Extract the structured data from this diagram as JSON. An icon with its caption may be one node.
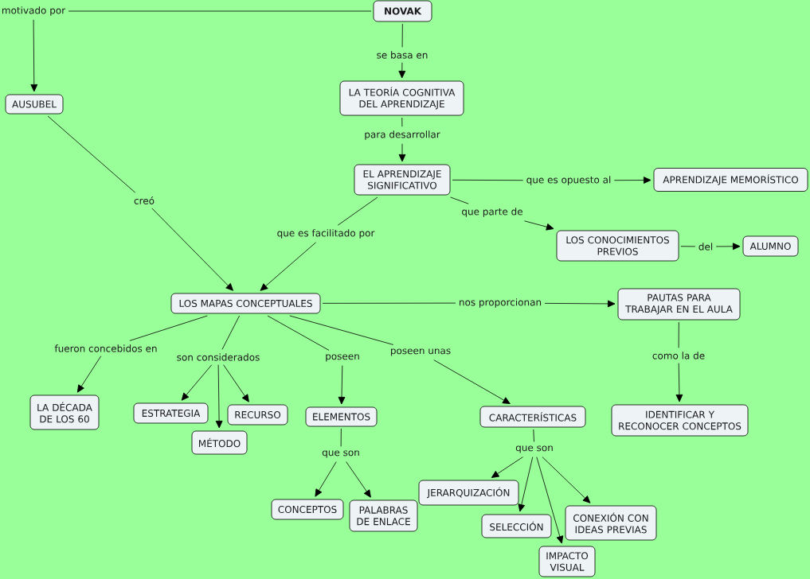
{
  "diagram": {
    "nodes": [
      {
        "text": [
          "NOVAK"
        ]
      },
      {
        "text": [
          "motivado por"
        ]
      },
      {
        "text": [
          "AUSUBEL"
        ]
      },
      {
        "text": [
          "se basa en"
        ]
      },
      {
        "text": [
          "LA TEORÍA COGNITIVA DEL APRENDIZAJE"
        ]
      },
      {
        "text": [
          "para desarrollar"
        ]
      },
      {
        "text": [
          "EL APRENDIZAJE SIGNIFICATIVO"
        ]
      },
      {
        "text": [
          "que es opuesto al"
        ]
      },
      {
        "text": [
          "APRENDIZAJE MEMORÍSTICO"
        ]
      },
      {
        "text": [
          "que parte de"
        ]
      },
      {
        "text": [
          "LOS CONOCIMIENTOS PREVIOS"
        ]
      },
      {
        "text": [
          "del"
        ]
      },
      {
        "text": [
          "ALUMNO"
        ]
      },
      {
        "text": [
          "creó"
        ]
      },
      {
        "text": [
          "que es facilitado por"
        ]
      },
      {
        "text": [
          "LOS MAPAS CONCEPTUALES"
        ]
      },
      {
        "text": [
          "nos proporcionan"
        ]
      },
      {
        "text": [
          "PAUTAS PARA TRABAJAR EN EL AULA"
        ]
      },
      {
        "text": [
          "como la de"
        ]
      },
      {
        "text": [
          "IDENTIFICAR Y RECONOCER CONCEPTOS"
        ]
      },
      {
        "text": [
          "fueron concebidos en"
        ]
      },
      {
        "text": [
          "LA DÉCADA DE LOS 60"
        ]
      },
      {
        "text": [
          "son considerados"
        ]
      },
      {
        "text": [
          "ESTRATEGIA"
        ]
      },
      {
        "text": [
          "MÉTODO"
        ]
      },
      {
        "text": [
          "RECURSO"
        ]
      },
      {
        "text": [
          "poseen"
        ]
      },
      {
        "text": [
          "ELEMENTOS"
        ]
      },
      {
        "text": [
          "que son"
        ]
      },
      {
        "text": [
          "CONCEPTOS"
        ]
      },
      {
        "text": [
          "PALABRAS DE ENLACE"
        ]
      },
      {
        "text": [
          "poseen unas"
        ]
      },
      {
        "text": [
          "CARACTERÍSTICAS"
        ]
      },
      {
        "text": [
          "que son"
        ]
      },
      {
        "text": [
          "JERARQUIZACIÓN"
        ]
      },
      {
        "text": [
          "SELECCIÓN"
        ]
      },
      {
        "text": [
          "CONEXIÓN CON IDEAS PREVIAS"
        ]
      },
      {
        "text": [
          "IMPACTO VISUAL"
        ]
      }
    ],
    "edges": [
      {
        "from": 0,
        "to": 1,
        "arrow": "none"
      },
      {
        "from": 1,
        "to": 2,
        "arrow": "to"
      },
      {
        "from": 0,
        "to": 3,
        "arrow": "none"
      },
      {
        "from": 3,
        "to": 4,
        "arrow": "to"
      },
      {
        "from": 4,
        "to": 5,
        "arrow": "none"
      },
      {
        "from": 5,
        "to": 6,
        "arrow": "to"
      },
      {
        "from": 6,
        "to": 7,
        "arrow": "none"
      },
      {
        "from": 7,
        "to": 8,
        "arrow": "to"
      },
      {
        "from": 6,
        "to": 9,
        "arrow": "none"
      },
      {
        "from": 9,
        "to": 10,
        "arrow": "to"
      },
      {
        "from": 10,
        "to": 11,
        "arrow": "none"
      },
      {
        "from": 11,
        "to": 12,
        "arrow": "to"
      },
      {
        "from": 2,
        "to": 13,
        "arrow": "none"
      },
      {
        "from": 13,
        "to": 15,
        "arrow": "to"
      },
      {
        "from": 6,
        "to": 14,
        "arrow": "none"
      },
      {
        "from": 14,
        "to": 15,
        "arrow": "to"
      },
      {
        "from": 15,
        "to": 16,
        "arrow": "none"
      },
      {
        "from": 16,
        "to": 17,
        "arrow": "to"
      },
      {
        "from": 17,
        "to": 18,
        "arrow": "none"
      },
      {
        "from": 18,
        "to": 19,
        "arrow": "to"
      },
      {
        "from": 15,
        "to": 20,
        "arrow": "none"
      },
      {
        "from": 20,
        "to": 21,
        "arrow": "to"
      },
      {
        "from": 15,
        "to": 22,
        "arrow": "none"
      },
      {
        "from": 22,
        "to": 23,
        "arrow": "to"
      },
      {
        "from": 22,
        "to": 24,
        "arrow": "to"
      },
      {
        "from": 22,
        "to": 25,
        "arrow": "to"
      },
      {
        "from": 15,
        "to": 26,
        "arrow": "none"
      },
      {
        "from": 26,
        "to": 27,
        "arrow": "to"
      },
      {
        "from": 27,
        "to": 28,
        "arrow": "none"
      },
      {
        "from": 28,
        "to": 29,
        "arrow": "to"
      },
      {
        "from": 28,
        "to": 30,
        "arrow": "to"
      },
      {
        "from": 15,
        "to": 31,
        "arrow": "none"
      },
      {
        "from": 31,
        "to": 32,
        "arrow": "to"
      },
      {
        "from": 32,
        "to": 33,
        "arrow": "none"
      },
      {
        "from": 33,
        "to": 34,
        "arrow": "to"
      },
      {
        "from": 33,
        "to": 35,
        "arrow": "to"
      },
      {
        "from": 33,
        "to": 36,
        "arrow": "to"
      },
      {
        "from": 33,
        "to": 37,
        "arrow": "to"
      }
    ]
  }
}
